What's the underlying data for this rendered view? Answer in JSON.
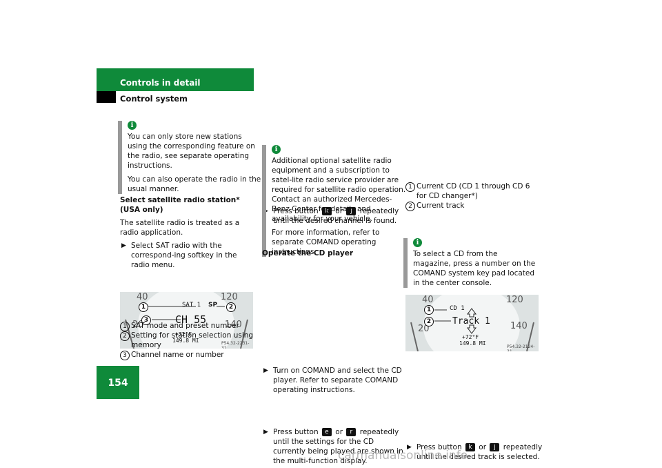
{
  "header": {
    "section": "Controls in detail",
    "subsection": "Control system"
  },
  "page_number": "154",
  "col1": {
    "info1_p1": "You can only store new stations using the corresponding feature on the radio, see separate operating instructions.",
    "info1_p2": "You can also operate the radio in the usual manner.",
    "heading_l1": "Select satellite radio station*",
    "heading_l2": "(USA only)",
    "para": "The satellite radio is treated as a radio application.",
    "bullet1": "Select SAT radio with the correspond-ing softkey in the radio menu.",
    "dash1": {
      "sat": "SAT 1",
      "sp": "SP",
      "ch": "CH 55",
      "temp": "+72°F",
      "odo": "149.8 MI",
      "code": "P54.32-2231-31",
      "n40": "40",
      "n20": "20",
      "n120": "120",
      "n140": "140"
    },
    "legend": [
      {
        "num": "1",
        "text": "SAT mode and preset number"
      },
      {
        "num": "2",
        "text": "Setting for station selection using memory"
      },
      {
        "num": "3",
        "text": "Channel name or number"
      }
    ]
  },
  "col2": {
    "bullet1_pre": "Press button",
    "bullet1_or": "or",
    "bullet1_post": "repeatedly until the desired channel is found.",
    "info2_p1": "Additional optional satellite radio equipment and a subscription to satel-lite radio service provider are required for satellite radio operation. Contact an authorized Mercedes-Benz Center for details and availability for your vehicle.",
    "info2_p2": "For more information, refer to separate COMAND operating instructions.",
    "heading": "Operate the CD player",
    "bullet2": "Turn on COMAND and select the CD player. Refer to separate COMAND operating instructions.",
    "bullet3_pre": "Press button",
    "bullet3_or": "or",
    "bullet3_post": "repeatedly until the settings for the CD currently being played are shown in the multi-function display."
  },
  "col3": {
    "dash2": {
      "cd": "CD 1",
      "track": "Track 1",
      "temp": "+72°F",
      "odo": "149.8 MI",
      "code": "P54.32-2124-31",
      "n40": "40",
      "n20": "20",
      "n120": "120",
      "n140": "140"
    },
    "legend": [
      {
        "num": "1",
        "text": "Current CD (CD 1 through CD 6 for CD changer*)"
      },
      {
        "num": "2",
        "text": "Current track"
      }
    ],
    "bullet_pre": "Press button",
    "bullet_or": "or",
    "bullet_post": "repeatedly until the desired track is selected.",
    "info3": "To select a CD from the magazine, press a number on the COMAND system key pad located in the center console."
  },
  "icons": {
    "info": "i",
    "up": "k",
    "down": "j",
    "prev": "e",
    "next": "r"
  },
  "footer": "carmanualsonline.info"
}
